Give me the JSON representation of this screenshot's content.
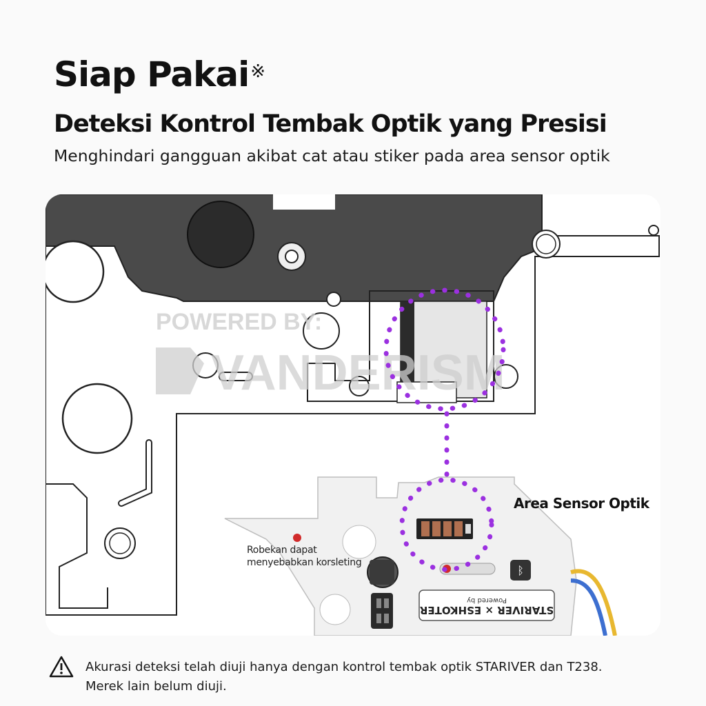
{
  "header": {
    "title": "Siap Pakai",
    "title_mark": "※",
    "subtitle": "Deteksi Kontrol Tembak Optik yang Presisi",
    "description": "Menghindari gangguan akibat cat atau stiker pada area sensor optik"
  },
  "illustration": {
    "watermark_line1": "POWERED BY:",
    "watermark_line2": "VANDERISM",
    "sensor_label": "Area Sensor Optik",
    "tear_warning_line1": "Robekan dapat",
    "tear_warning_line2": "menyebabkan korsleting",
    "board_brand": "STARIVER × ESHKOTER",
    "board_powered_by": "Powered by",
    "highlight_color": "#9b30e0",
    "tear_dot_color": "#d12b2b"
  },
  "footer": {
    "icon": "warning-triangle-icon",
    "note_line1": "Akurasi deteksi telah diuji hanya dengan kontrol tembak optik STARIVER dan T238.",
    "note_line2": "Merek lain belum diuji."
  }
}
